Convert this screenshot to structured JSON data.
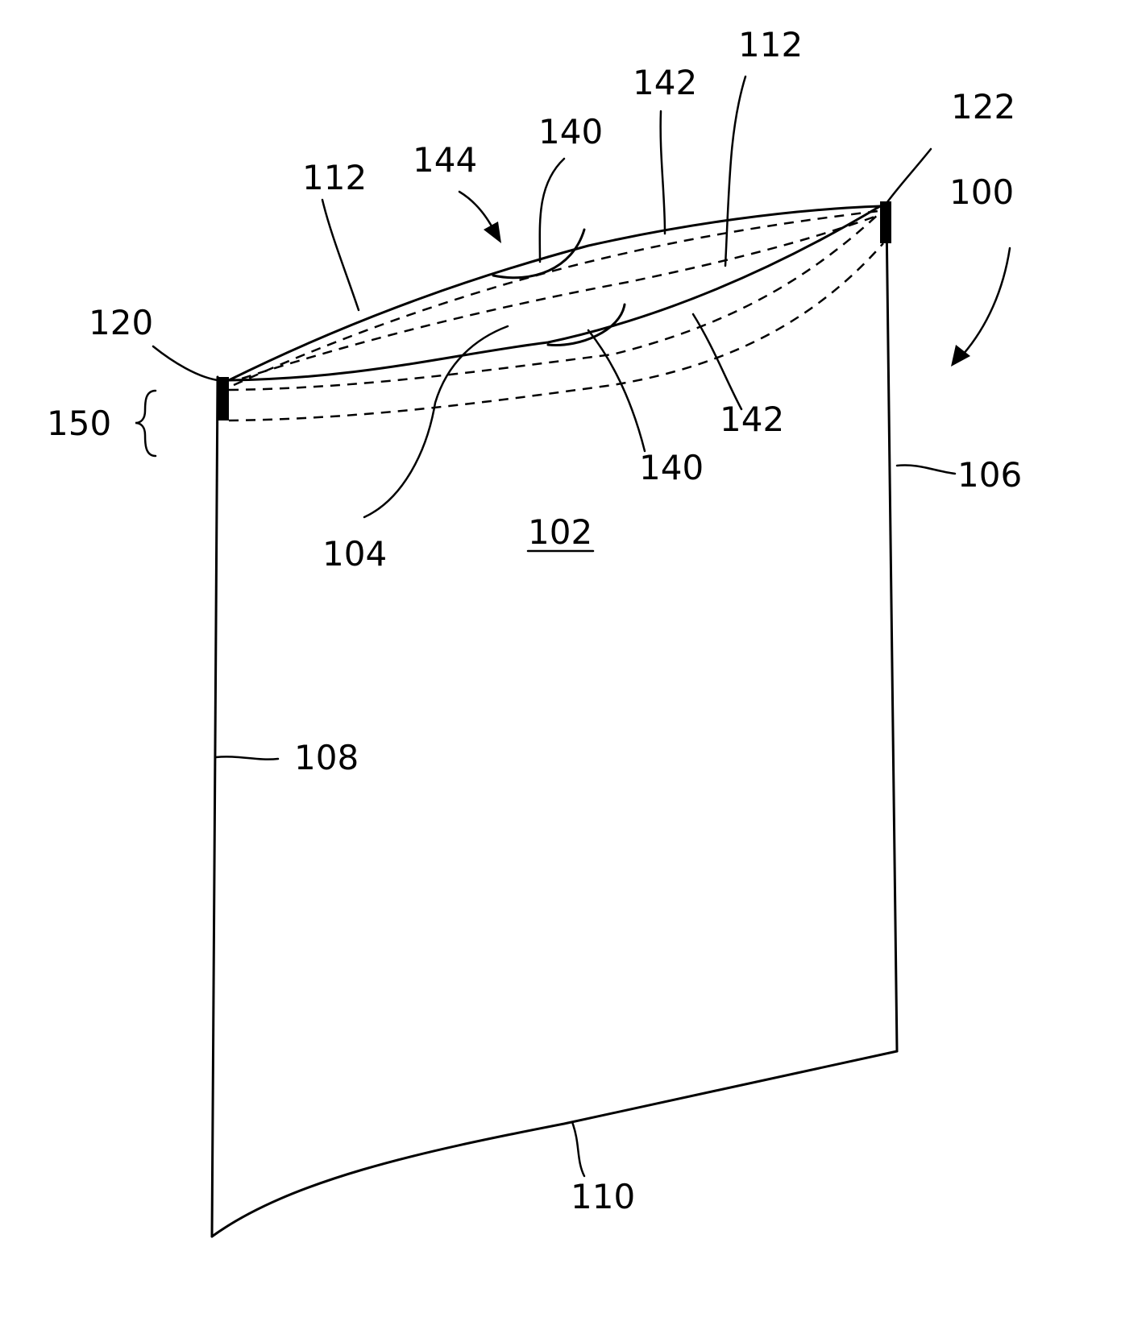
{
  "labels": {
    "bag": "100",
    "front_panel": "102",
    "opening": "104",
    "right_side": "106",
    "left_side": "108",
    "bottom": "110",
    "top_edge_left": "112",
    "top_edge_right": "112",
    "left_corner": "120",
    "right_corner": "122",
    "notch_upper": "140",
    "notch_lower": "140",
    "closure_upper": "142",
    "closure_lower": "142",
    "mouth": "144",
    "seal_zone": "150"
  },
  "colors": {
    "ink": "#000000",
    "paper": "#ffffff"
  }
}
